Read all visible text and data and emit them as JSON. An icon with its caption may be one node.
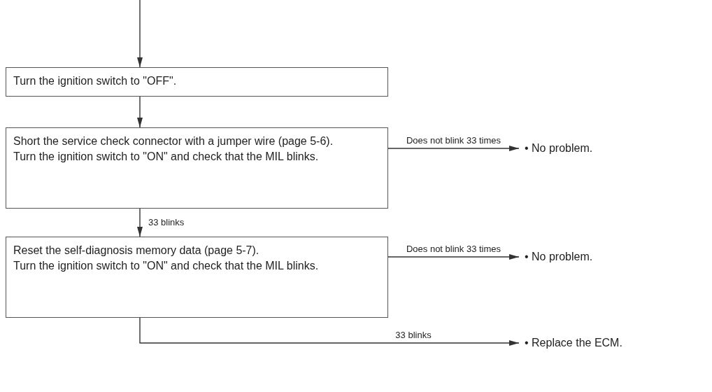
{
  "diagram": {
    "nodes": [
      {
        "text": [
          "Turn the ignition switch to \"OFF\"."
        ]
      },
      {
        "text": [
          "Short the service check connector with a jumper wire (page 5-6).",
          "Turn the ignition switch to \"ON\" and check that the MIL blinks."
        ]
      },
      {
        "text": [
          "• No problem."
        ]
      },
      {
        "text": [
          "Reset the self-diagnosis memory data (page 5-7).",
          "Turn the ignition switch to \"ON\" and check that the MIL blinks."
        ]
      },
      {
        "text": [
          "• No problem."
        ]
      },
      {
        "text": [
          "• Replace the ECM."
        ]
      }
    ],
    "edges": [
      {
        "from": null,
        "to": 0,
        "arrow": "to"
      },
      {
        "from": 0,
        "to": 1,
        "arrow": "to"
      },
      {
        "from": 1,
        "to": 2,
        "arrow": "to",
        "label": "Does not blink 33 times"
      },
      {
        "from": 1,
        "to": 3,
        "arrow": "to",
        "label": "33 blinks"
      },
      {
        "from": 3,
        "to": 4,
        "arrow": "to",
        "label": "Does not blink 33 times"
      },
      {
        "from": 3,
        "to": 5,
        "arrow": "to",
        "label": "33 blinks"
      }
    ]
  }
}
